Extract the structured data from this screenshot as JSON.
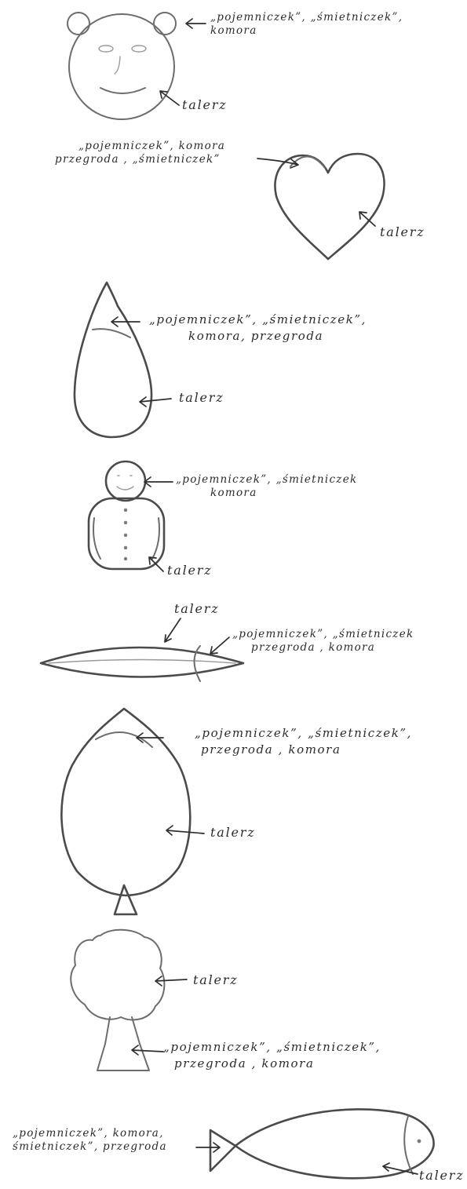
{
  "figures": [
    {
      "id": "bear-face",
      "compartment_label": [
        "„pojemniczek”, „śmietniczek”,",
        "komora"
      ],
      "plate_label": "talerz"
    },
    {
      "id": "heart",
      "compartment_label": [
        "„pojemniczek”, komora",
        "przegroda , „śmietniczek”"
      ],
      "plate_label": "talerz"
    },
    {
      "id": "drop",
      "compartment_label": [
        "„pojemniczek”, „śmietniczek”,",
        "komora, przegroda"
      ],
      "plate_label": "talerz"
    },
    {
      "id": "snowman",
      "compartment_label": [
        "„pojemniczek”, „śmietniczek",
        "komora"
      ],
      "plate_label": "talerz"
    },
    {
      "id": "leaf",
      "compartment_label": [
        "„pojemniczek”, „śmietniczek",
        "przegroda , komora"
      ],
      "plate_label": "talerz"
    },
    {
      "id": "balloon",
      "compartment_label": [
        "„pojemniczek”, „śmietniczek”,",
        "przegroda , komora"
      ],
      "plate_label": "talerz"
    },
    {
      "id": "tree",
      "compartment_label": [
        "„pojemniczek”, „śmietniczek”,",
        "przegroda , komora"
      ],
      "plate_label": "talerz"
    },
    {
      "id": "fish",
      "compartment_label": [
        "„pojemniczek”, komora,",
        "śmietniczek”, przegroda"
      ],
      "plate_label": "talerz"
    }
  ]
}
